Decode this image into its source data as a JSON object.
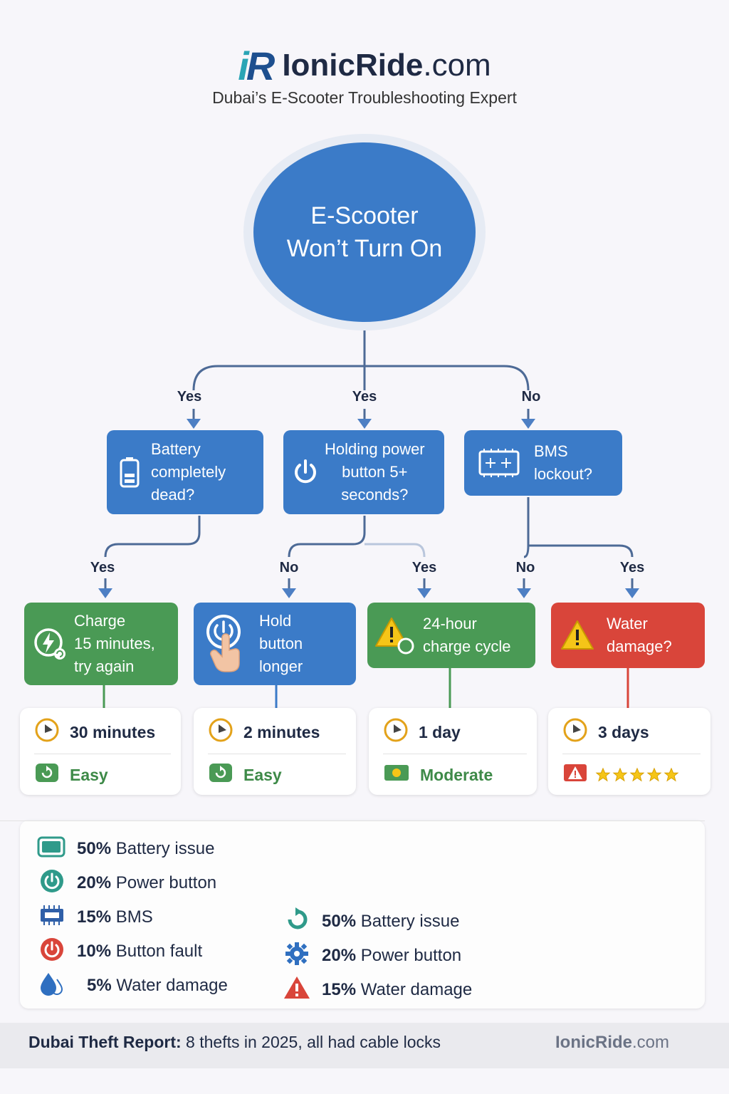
{
  "header": {
    "logo_mark_i": "i",
    "logo_mark_r": "R",
    "brand_bold": "IonicRide",
    "brand_rest": ".com",
    "tagline": "Dubai’s E-Scooter Troubleshooting Expert"
  },
  "root": {
    "line1": "E-Scooter",
    "line2": "Won’t Turn On"
  },
  "branch_labels": {
    "l1": "Yes",
    "l2": "Yes",
    "l3": "No",
    "l4": "Yes",
    "l5": "No",
    "l6": "Yes",
    "l7": "No",
    "l8": "Yes"
  },
  "level1": [
    {
      "lines": [
        "Battery",
        "completely",
        "dead?"
      ],
      "icon": "battery-icon"
    },
    {
      "lines": [
        "Holding power",
        "button 5+",
        "seconds?"
      ],
      "icon": "power-icon"
    },
    {
      "lines": [
        "BMS",
        "lockout?"
      ],
      "icon": "circuit-board-icon"
    }
  ],
  "level2": [
    {
      "lines": [
        "Charge",
        "15 minutes,",
        "try again"
      ],
      "color": "green",
      "icon": "charging-icon"
    },
    {
      "lines": [
        "Hold",
        "button",
        "longer"
      ],
      "color": "blue",
      "icon": "finger-press-icon"
    },
    {
      "lines": [
        "24-hour",
        "charge cycle"
      ],
      "color": "green",
      "icon": "warning-icon"
    },
    {
      "lines": [
        "Water",
        "damage?"
      ],
      "color": "red",
      "icon": "warning-icon"
    }
  ],
  "cards": [
    {
      "time": "30 minutes",
      "difficulty": "Easy"
    },
    {
      "time": "2 minutes",
      "difficulty": "Easy"
    },
    {
      "time": "1 day",
      "difficulty": "Moderate"
    },
    {
      "time": "3 days",
      "difficulty": "",
      "stars": 5
    }
  ],
  "stats_left": [
    {
      "pct": "50%",
      "label": "Battery issue",
      "icon": "battery-icon"
    },
    {
      "pct": "20%",
      "label": "Power button",
      "icon": "power-icon"
    },
    {
      "pct": "15%",
      "label": "BMS",
      "icon": "circuit-board-icon"
    },
    {
      "pct": "10%",
      "label": "Button fault",
      "icon": "power-icon"
    },
    {
      "pct": "5%",
      "label": "Water damage",
      "icon": "water-drop-icon"
    }
  ],
  "stats_right": [
    {
      "pct": "50%",
      "label": "Battery issue",
      "icon": "refresh-icon"
    },
    {
      "pct": "20%",
      "label": "Power button",
      "icon": "gear-icon"
    },
    {
      "pct": "15%",
      "label": "Water damage",
      "icon": "warning-icon"
    }
  ],
  "footer": {
    "bold": "Dubai Theft Report:",
    "text": "8 thefts in 2025, all had cable locks",
    "site_bold": "IonicRide",
    "site_rest": ".com"
  },
  "colors": {
    "blue": "#3b7bc8",
    "green": "#4a9a55",
    "red": "#d9453a",
    "wire": "#4d6a96"
  }
}
